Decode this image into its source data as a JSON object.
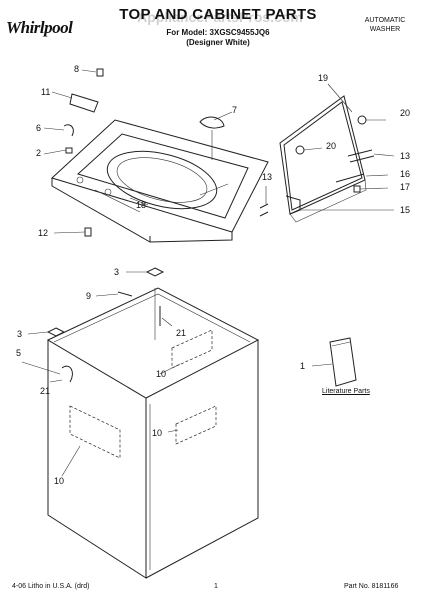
{
  "brand": "Whirlpool",
  "watermark": "AppliancePartsPros.com",
  "header": {
    "title": "TOP AND CABINET PARTS",
    "model": "For Model: 3XGSC9455JQ6",
    "variant": "(Designer White)",
    "product_line1": "AUTOMATIC",
    "product_line2": "WASHER"
  },
  "callouts": {
    "c8": "8",
    "c11": "11",
    "c6": "6",
    "c2": "2",
    "c12": "12",
    "c7": "7",
    "c18": "18",
    "c19": "19",
    "c20a": "20",
    "c20b": "20",
    "c13a": "13",
    "c13b": "13",
    "c16": "16",
    "c17": "17",
    "c15": "15",
    "c3a": "3",
    "c9": "9",
    "c3b": "3",
    "c5": "5",
    "c21a": "21",
    "c21b": "21",
    "c10a": "10",
    "c10b": "10",
    "c10c": "10",
    "c1": "1"
  },
  "literature_label": "Literature Parts",
  "footer": {
    "litho": "4-06 Litho in U.S.A. (drd)",
    "page": "1",
    "part_no": "Part No. 8181166"
  }
}
